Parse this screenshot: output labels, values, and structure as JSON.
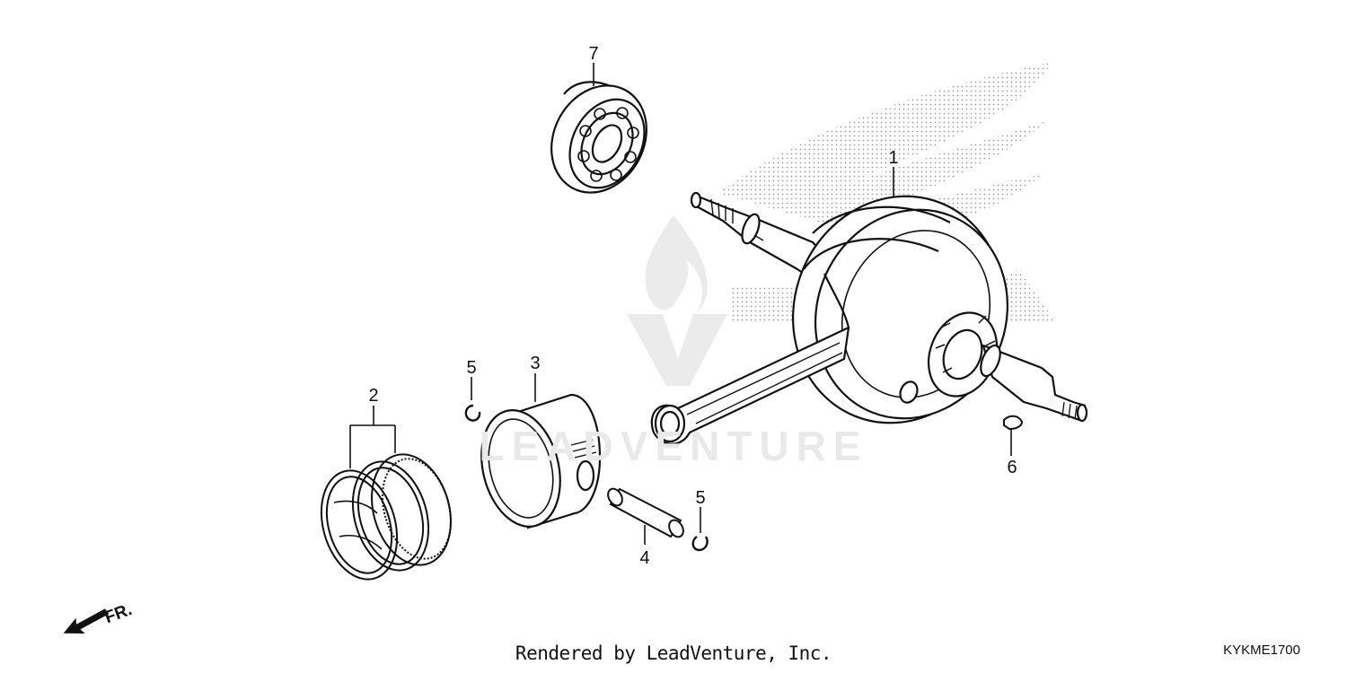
{
  "diagram": {
    "callouts": [
      {
        "id": "callout-1",
        "label": "1"
      },
      {
        "id": "callout-2",
        "label": "2"
      },
      {
        "id": "callout-3",
        "label": "3"
      },
      {
        "id": "callout-4",
        "label": "4"
      },
      {
        "id": "callout-5a",
        "label": "5"
      },
      {
        "id": "callout-5b",
        "label": "5"
      },
      {
        "id": "callout-6",
        "label": "6"
      },
      {
        "id": "callout-7",
        "label": "7"
      }
    ],
    "direction_marker": "FR.",
    "watermark": "LEADVENTURE",
    "footer_credit": "Rendered by LeadVenture, Inc.",
    "reference_code": "KYKME1700"
  },
  "colors": {
    "line": "#111111",
    "stipple": "#9a9a9a",
    "watermark": "#e6e6e6"
  }
}
